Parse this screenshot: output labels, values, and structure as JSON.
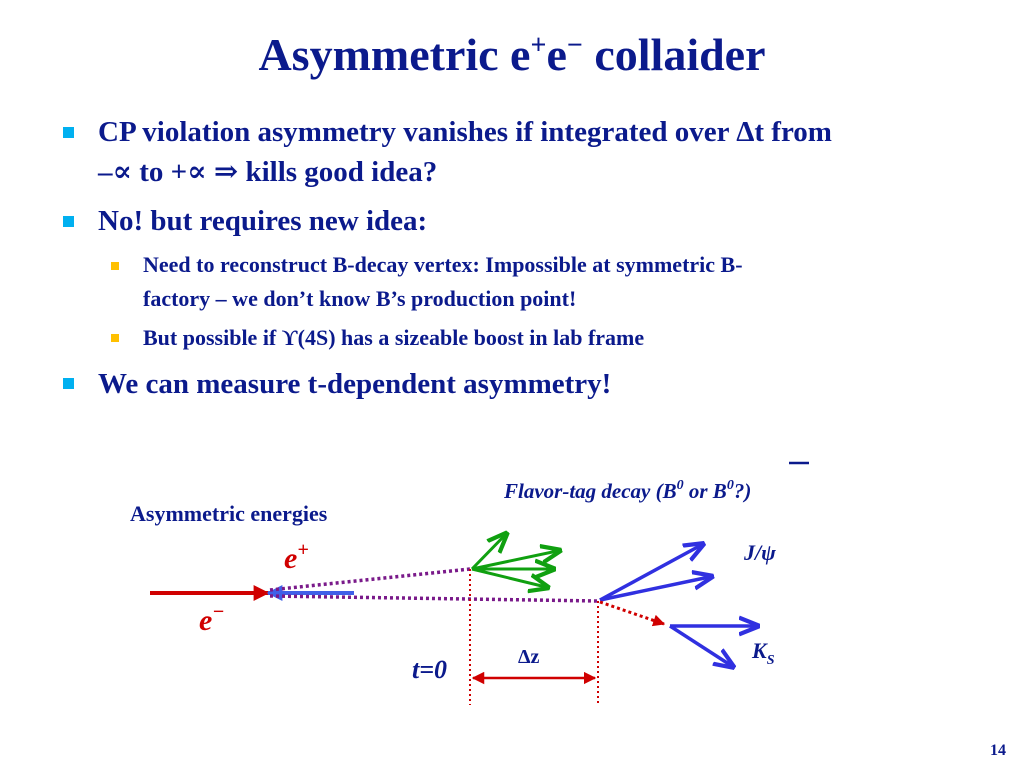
{
  "slide": {
    "title_main": "Asymmetric e",
    "title_sup1": "+",
    "title_e": "e",
    "title_sup2": "−",
    "title_rest": " collaider",
    "page_number": "14"
  },
  "bullets": [
    {
      "level": 1,
      "lines": [
        "CP violation asymmetry vanishes if integrated over Δt from",
        "–∝ to +∝ ⇒ kills good idea?"
      ]
    },
    {
      "level": 1,
      "lines": [
        "No! but requires new idea:"
      ]
    },
    {
      "level": 2,
      "lines": [
        "Need to reconstruct B-decay vertex: Impossible at symmetric B-",
        "factory – we don’t know B’s production point!"
      ]
    },
    {
      "level": 2,
      "lines": [
        "But possible if ϒ(4S) has a sizeable boost in lab frame"
      ]
    },
    {
      "level": 1,
      "lines": [
        "We can measure t-dependent asymmetry!"
      ]
    }
  ],
  "diagram": {
    "asym_label": "Asymmetric energies",
    "eplus_base": "e",
    "eplus_sup": "+",
    "eminus_base": "e",
    "eminus_sup": "−",
    "flavor_prefix": "Flavor-tag decay (B",
    "flavor_sup1": "0",
    "flavor_mid": " or B",
    "flavor_sup2": "0",
    "flavor_suffix": "?)",
    "jpsi": "J/ψ",
    "ks_base": "K",
    "ks_sub": "S",
    "t0": "t=0",
    "dz": "Δz",
    "colors": {
      "beam_red": "#d00000",
      "beam_blue": "#4060e8",
      "purple_dotted": "#7a1a8a",
      "green_tracks": "#10a010",
      "blue_tracks": "#3030e0",
      "red_dotted": "#d00000"
    }
  }
}
